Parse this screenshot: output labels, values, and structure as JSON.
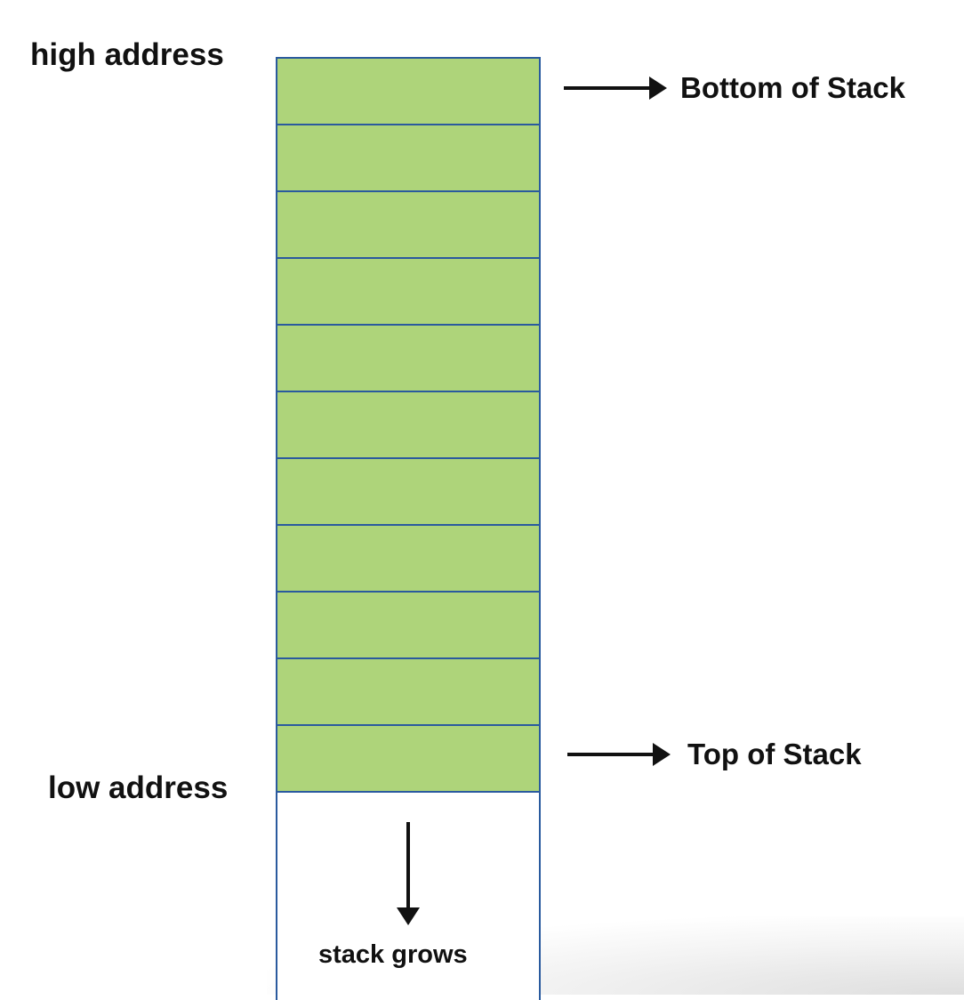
{
  "labels": {
    "high_address": "high address",
    "low_address": "low address",
    "bottom_of_stack": "Bottom of Stack",
    "top_of_stack": "Top of Stack",
    "stack_grows": "stack grows"
  },
  "stack": {
    "filled_cells": 11
  },
  "colors": {
    "cell_fill": "#aed47a",
    "cell_border": "#2a5a9e",
    "arrow": "#111111"
  }
}
